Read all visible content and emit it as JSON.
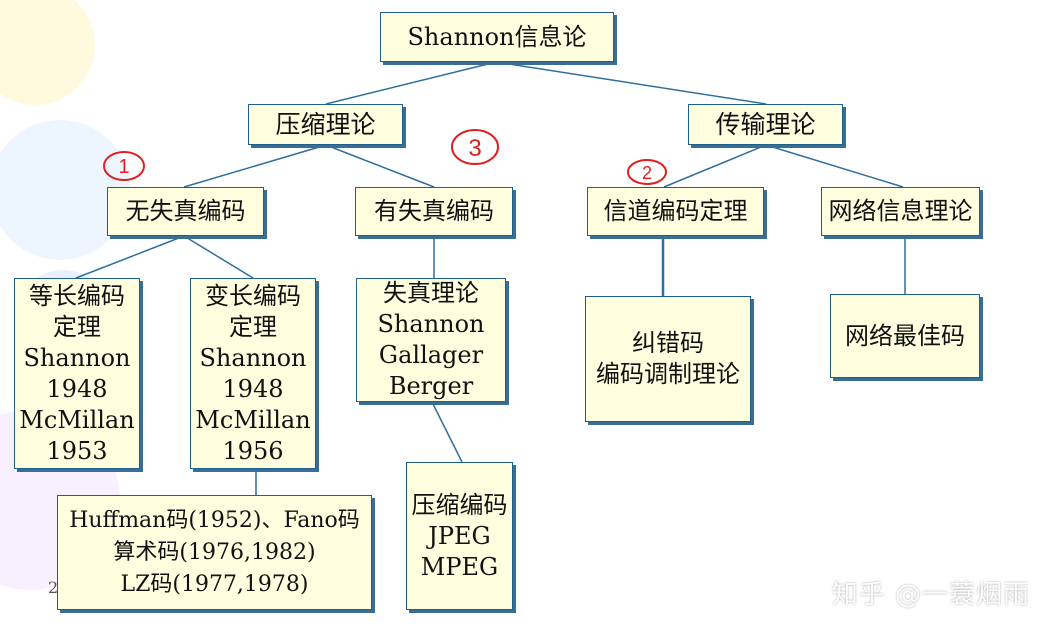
{
  "root": {
    "label": "Shannon信息论"
  },
  "level1": {
    "compression": "压缩理论",
    "transmission": "传输理论"
  },
  "level2": {
    "lossless": "无失真编码",
    "lossy": "有失真编码",
    "channel_coding": "信道编码定理",
    "network_info": "网络信息理论"
  },
  "leaves": {
    "fixed_length": [
      "等长编码",
      "定理",
      "Shannon",
      "1948",
      "McMillan",
      "1953"
    ],
    "variable_length": [
      "变长编码",
      "定理",
      "Shannon",
      "1948",
      "McMillan",
      "1956"
    ],
    "rate_distortion": [
      "失真理论",
      "Shannon",
      "Gallager",
      "Berger"
    ],
    "error_correction": [
      "纠错码",
      "编码调制理论"
    ],
    "network_code": [
      "网络最佳码"
    ],
    "huffman": [
      "Huffman码(1952)、Fano码",
      "算术码(1976,1982)",
      "LZ码(1977,1978)"
    ],
    "compression_codes": [
      "压缩编码",
      "JPEG",
      "MPEG"
    ]
  },
  "markers": {
    "one": "1",
    "two": "2",
    "three": "3"
  },
  "colors": {
    "box_fill": "#ffffe0",
    "box_border": "#1f5f8b",
    "connector": "#2e6f9e",
    "marker": "#e02020"
  },
  "page_number": "2",
  "watermark": "知乎 @一蓑烟雨"
}
